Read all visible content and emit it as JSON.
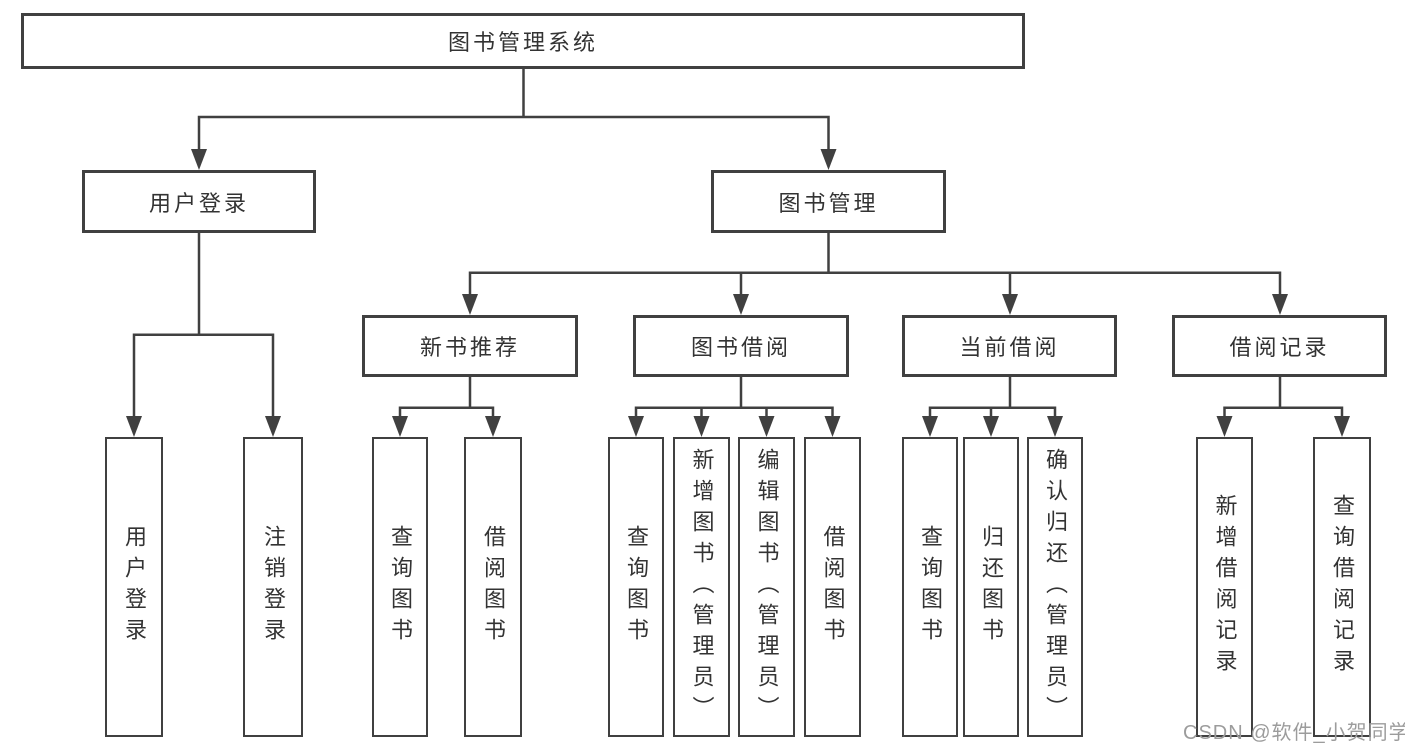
{
  "tree": {
    "label": "图书管理系统",
    "children": [
      {
        "label": "用户登录",
        "children": [
          {
            "label": "用户登录"
          },
          {
            "label": "注销登录"
          }
        ]
      },
      {
        "label": "图书管理",
        "children": [
          {
            "label": "新书推荐",
            "children": [
              {
                "label": "查询图书"
              },
              {
                "label": "借阅图书"
              }
            ]
          },
          {
            "label": "图书借阅",
            "children": [
              {
                "label": "查询图书"
              },
              {
                "label": "新增图书（管理员）"
              },
              {
                "label": "编辑图书（管理员）"
              },
              {
                "label": "借阅图书"
              }
            ]
          },
          {
            "label": "当前借阅",
            "children": [
              {
                "label": "查询图书"
              },
              {
                "label": "归还图书"
              },
              {
                "label": "确认归还（管理员）"
              }
            ]
          },
          {
            "label": "借阅记录",
            "children": [
              {
                "label": "新增借阅记录"
              },
              {
                "label": "查询借阅记录"
              }
            ]
          }
        ]
      }
    ]
  },
  "watermark": {
    "text": "CSDN @软件_小贺同学"
  },
  "colors": {
    "line": "#404040",
    "box_border": "#404040",
    "text": "#333333",
    "watermark": "#9c9c9c",
    "background": "#ffffff"
  }
}
